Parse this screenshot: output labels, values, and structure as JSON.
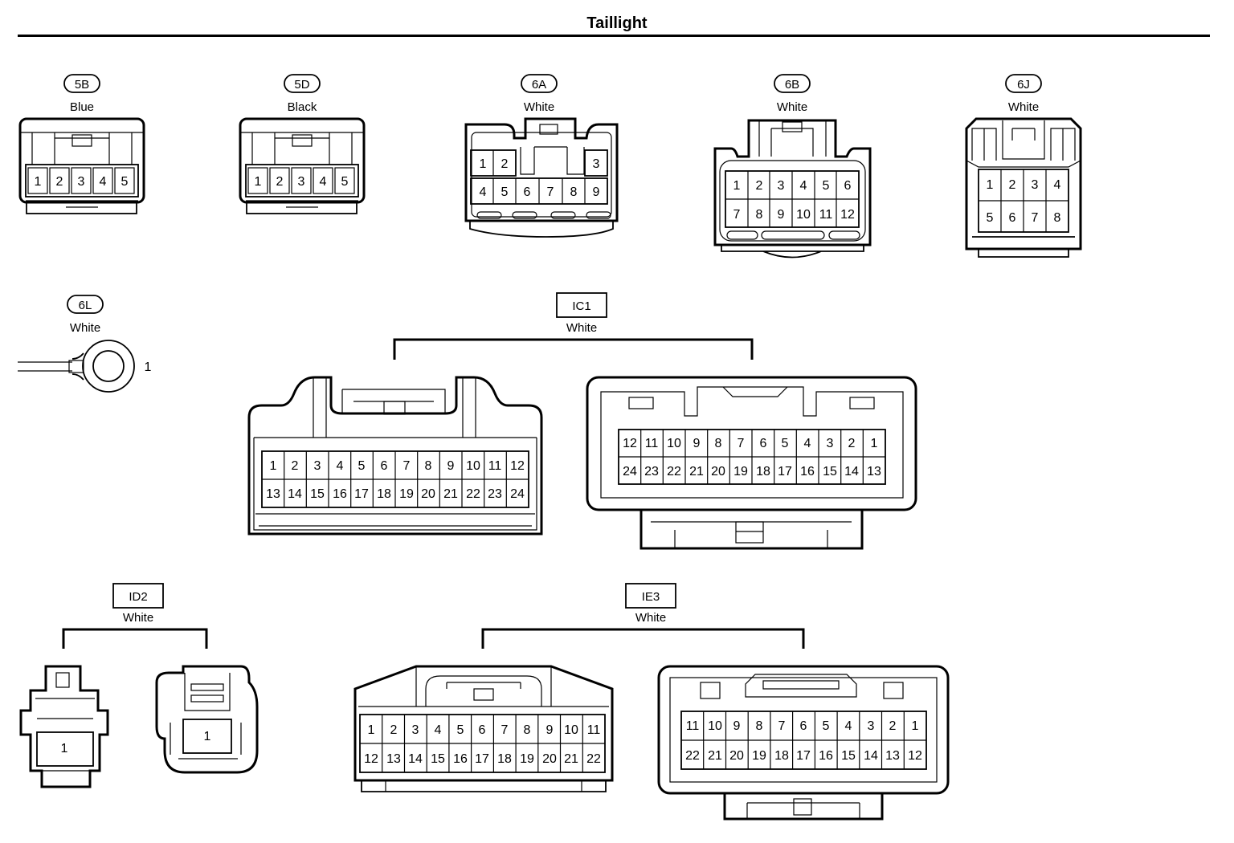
{
  "title": "Taillight",
  "connectors": [
    {
      "id": "5B",
      "color": "Blue",
      "pins": [
        "1",
        "2",
        "3",
        "4",
        "5"
      ]
    },
    {
      "id": "5D",
      "color": "Black",
      "pins": [
        "1",
        "2",
        "3",
        "4",
        "5"
      ]
    },
    {
      "id": "6A",
      "color": "White",
      "pins": [
        "1",
        "2",
        "3",
        "4",
        "5",
        "6",
        "7",
        "8",
        "9"
      ]
    },
    {
      "id": "6B",
      "color": "White",
      "pins": [
        "1",
        "2",
        "3",
        "4",
        "5",
        "6",
        "7",
        "8",
        "9",
        "10",
        "11",
        "12"
      ]
    },
    {
      "id": "6J",
      "color": "White",
      "pins": [
        "1",
        "2",
        "3",
        "4",
        "5",
        "6",
        "7",
        "8"
      ]
    },
    {
      "id": "6L",
      "color": "White",
      "pins": [
        "1"
      ]
    },
    {
      "id": "IC1",
      "color": "White",
      "male_pins": [
        "1",
        "2",
        "3",
        "4",
        "5",
        "6",
        "7",
        "8",
        "9",
        "10",
        "11",
        "12",
        "13",
        "14",
        "15",
        "16",
        "17",
        "18",
        "19",
        "20",
        "21",
        "22",
        "23",
        "24"
      ],
      "female_pins": [
        "12",
        "11",
        "10",
        "9",
        "8",
        "7",
        "6",
        "5",
        "4",
        "3",
        "2",
        "1",
        "24",
        "23",
        "22",
        "21",
        "20",
        "19",
        "18",
        "17",
        "16",
        "15",
        "14",
        "13"
      ]
    },
    {
      "id": "ID2",
      "color": "White",
      "pins": [
        "1",
        "1"
      ]
    },
    {
      "id": "IE3",
      "color": "White",
      "male_pins": [
        "1",
        "2",
        "3",
        "4",
        "5",
        "6",
        "7",
        "8",
        "9",
        "10",
        "11",
        "12",
        "13",
        "14",
        "15",
        "16",
        "17",
        "18",
        "19",
        "20",
        "21",
        "22"
      ],
      "female_pins": [
        "11",
        "10",
        "9",
        "8",
        "7",
        "6",
        "5",
        "4",
        "3",
        "2",
        "1",
        "22",
        "21",
        "20",
        "19",
        "18",
        "17",
        "16",
        "15",
        "14",
        "13",
        "12"
      ]
    }
  ]
}
